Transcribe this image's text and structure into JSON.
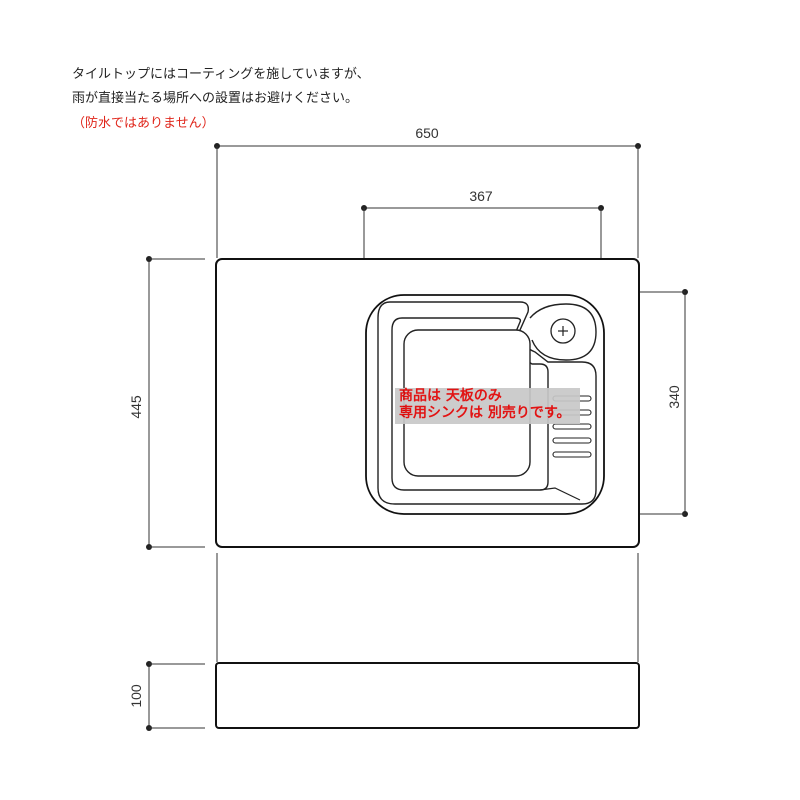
{
  "notes": {
    "line1": "タイルトップにはコーティングを施していますが、",
    "line2": "雨が直接当たる場所への設置はお避けください。",
    "line3": "（防水ではありません）"
  },
  "dimensions": {
    "total_width": "650",
    "sink_width": "367",
    "depth": "445",
    "sink_depth": "340",
    "thickness": "100"
  },
  "badge": {
    "line1": "商品は 天板のみ",
    "line2": "専用シンクは 別売りです。"
  },
  "colors": {
    "note_red": "#e0261b",
    "badge_text": "#e00000",
    "badge_bg": "#c8c8c8",
    "line": "#111111"
  },
  "icons": [
    "drain-icon"
  ]
}
